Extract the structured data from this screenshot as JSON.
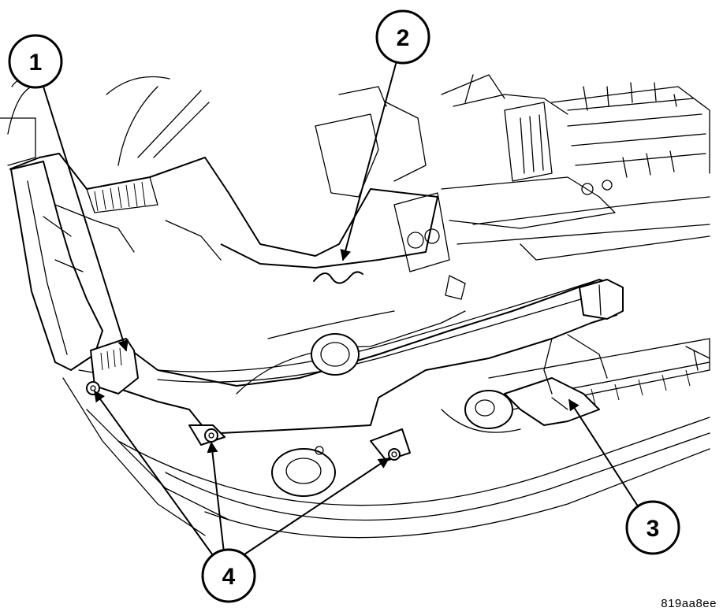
{
  "callouts": [
    {
      "id": "1",
      "label": "1"
    },
    {
      "id": "2",
      "label": "2"
    },
    {
      "id": "3",
      "label": "3"
    },
    {
      "id": "4",
      "label": "4"
    }
  ],
  "figure_code": "819aa8ee",
  "colors": {
    "ink": "#000000",
    "paper": "#ffffff"
  }
}
